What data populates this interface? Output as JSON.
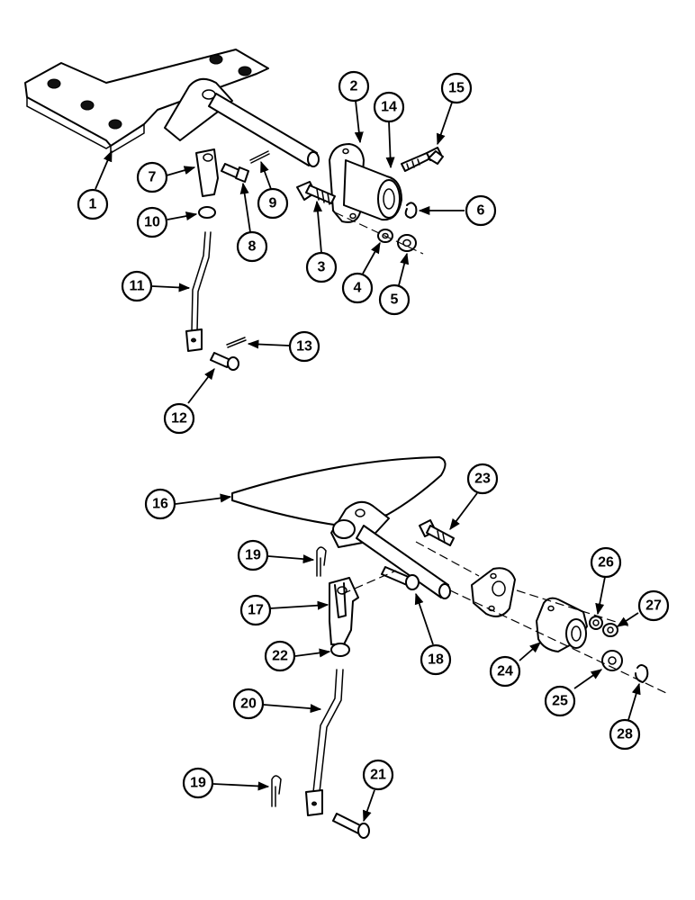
{
  "callouts": {
    "c1": "1",
    "c2": "2",
    "c3": "3",
    "c4": "4",
    "c5": "5",
    "c6": "6",
    "c7": "7",
    "c8": "8",
    "c9": "9",
    "c10": "10",
    "c11": "11",
    "c12": "12",
    "c13": "13",
    "c14": "14",
    "c15": "15",
    "c16": "16",
    "c17": "17",
    "c18": "18",
    "c19a": "19",
    "c19b": "19",
    "c20": "20",
    "c21": "21",
    "c22": "22",
    "c23": "23",
    "c24": "24",
    "c25": "25",
    "c26": "26",
    "c27": "27",
    "c28": "28"
  }
}
